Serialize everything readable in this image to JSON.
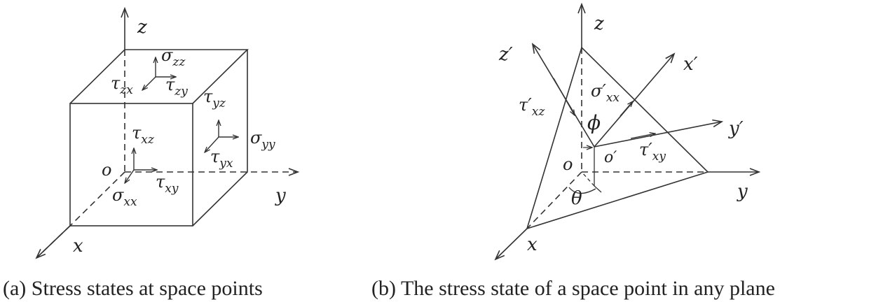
{
  "panel_a": {
    "caption": "(a) Stress states at space points",
    "axis_z": "z",
    "axis_y": "y",
    "axis_x": "x",
    "origin": "o",
    "sigma_zz": "σzz",
    "tau_zx": "τzx",
    "tau_zy": "τzy",
    "tau_yz": "τyz",
    "sigma_yy": "σyy",
    "tau_yx": "τyx",
    "tau_xz": "τxz",
    "tau_xy": "τxy",
    "sigma_xx": "σxx"
  },
  "panel_b": {
    "caption": "(b) The stress state of a space point in any plane",
    "axis_z": "z",
    "axis_y": "y",
    "axis_x": "x",
    "origin": "o",
    "axis_z_prime": "z′",
    "axis_x_prime": "x′",
    "axis_y_prime": "y′",
    "origin_prime": "o′",
    "tau_prime_xz": "τ′xz",
    "sigma_prime_xx": "σ′xx",
    "tau_prime_xy": "τ′xy",
    "phi": "ϕ",
    "theta": "θ"
  }
}
